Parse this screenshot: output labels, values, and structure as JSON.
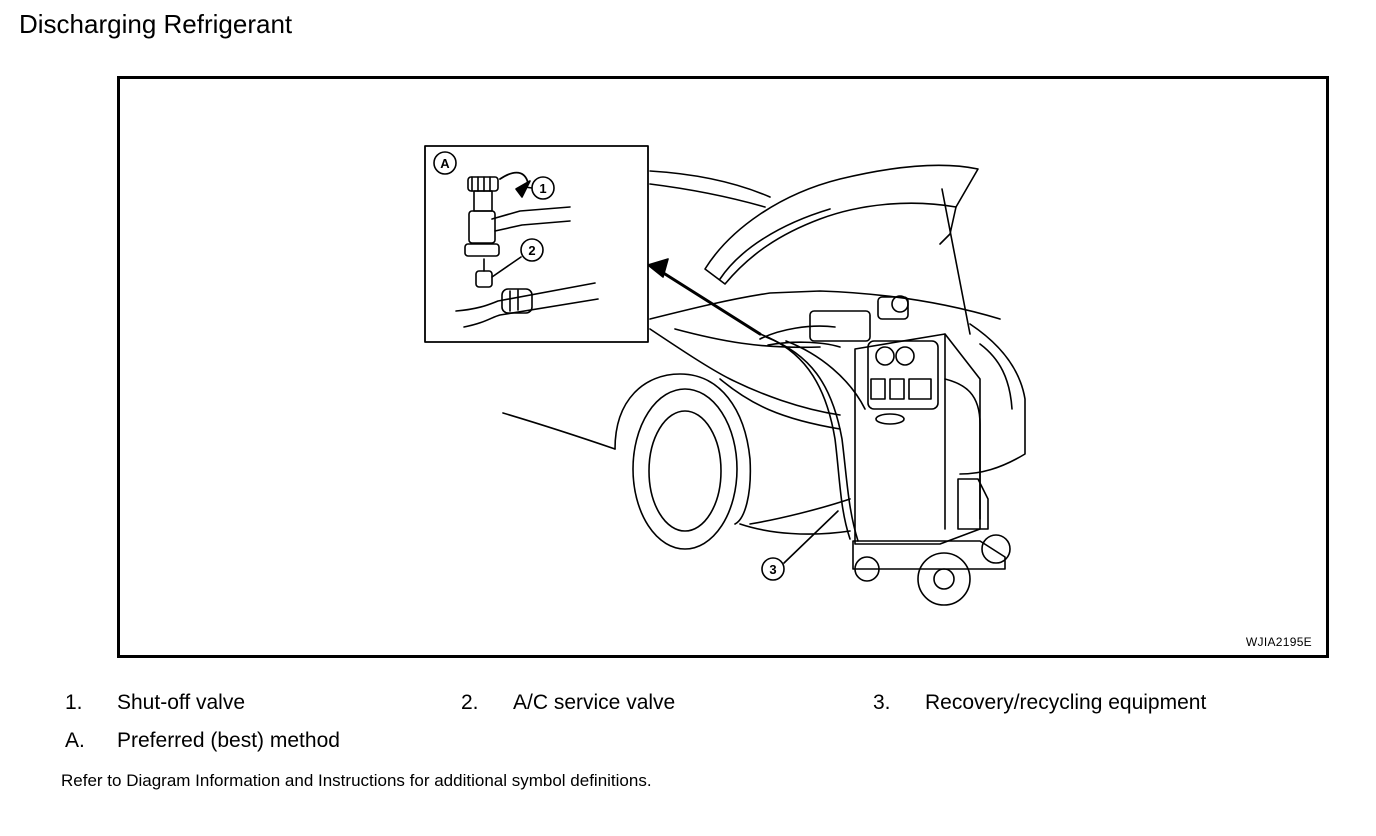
{
  "page": {
    "title": "Discharging Refrigerant"
  },
  "figure": {
    "id": "WJIA2195E",
    "callouts": {
      "detail": "A",
      "one": "1",
      "two": "2",
      "three": "3"
    }
  },
  "legend": {
    "items": [
      {
        "key": "1.",
        "text": "Shut-off valve"
      },
      {
        "key": "2.",
        "text": "A/C service valve"
      },
      {
        "key": "3.",
        "text": "Recovery/recycling equipment"
      },
      {
        "key": "A.",
        "text": "Preferred (best) method"
      }
    ]
  },
  "footer": {
    "note": "Refer to Diagram Information and Instructions for additional symbol definitions."
  }
}
